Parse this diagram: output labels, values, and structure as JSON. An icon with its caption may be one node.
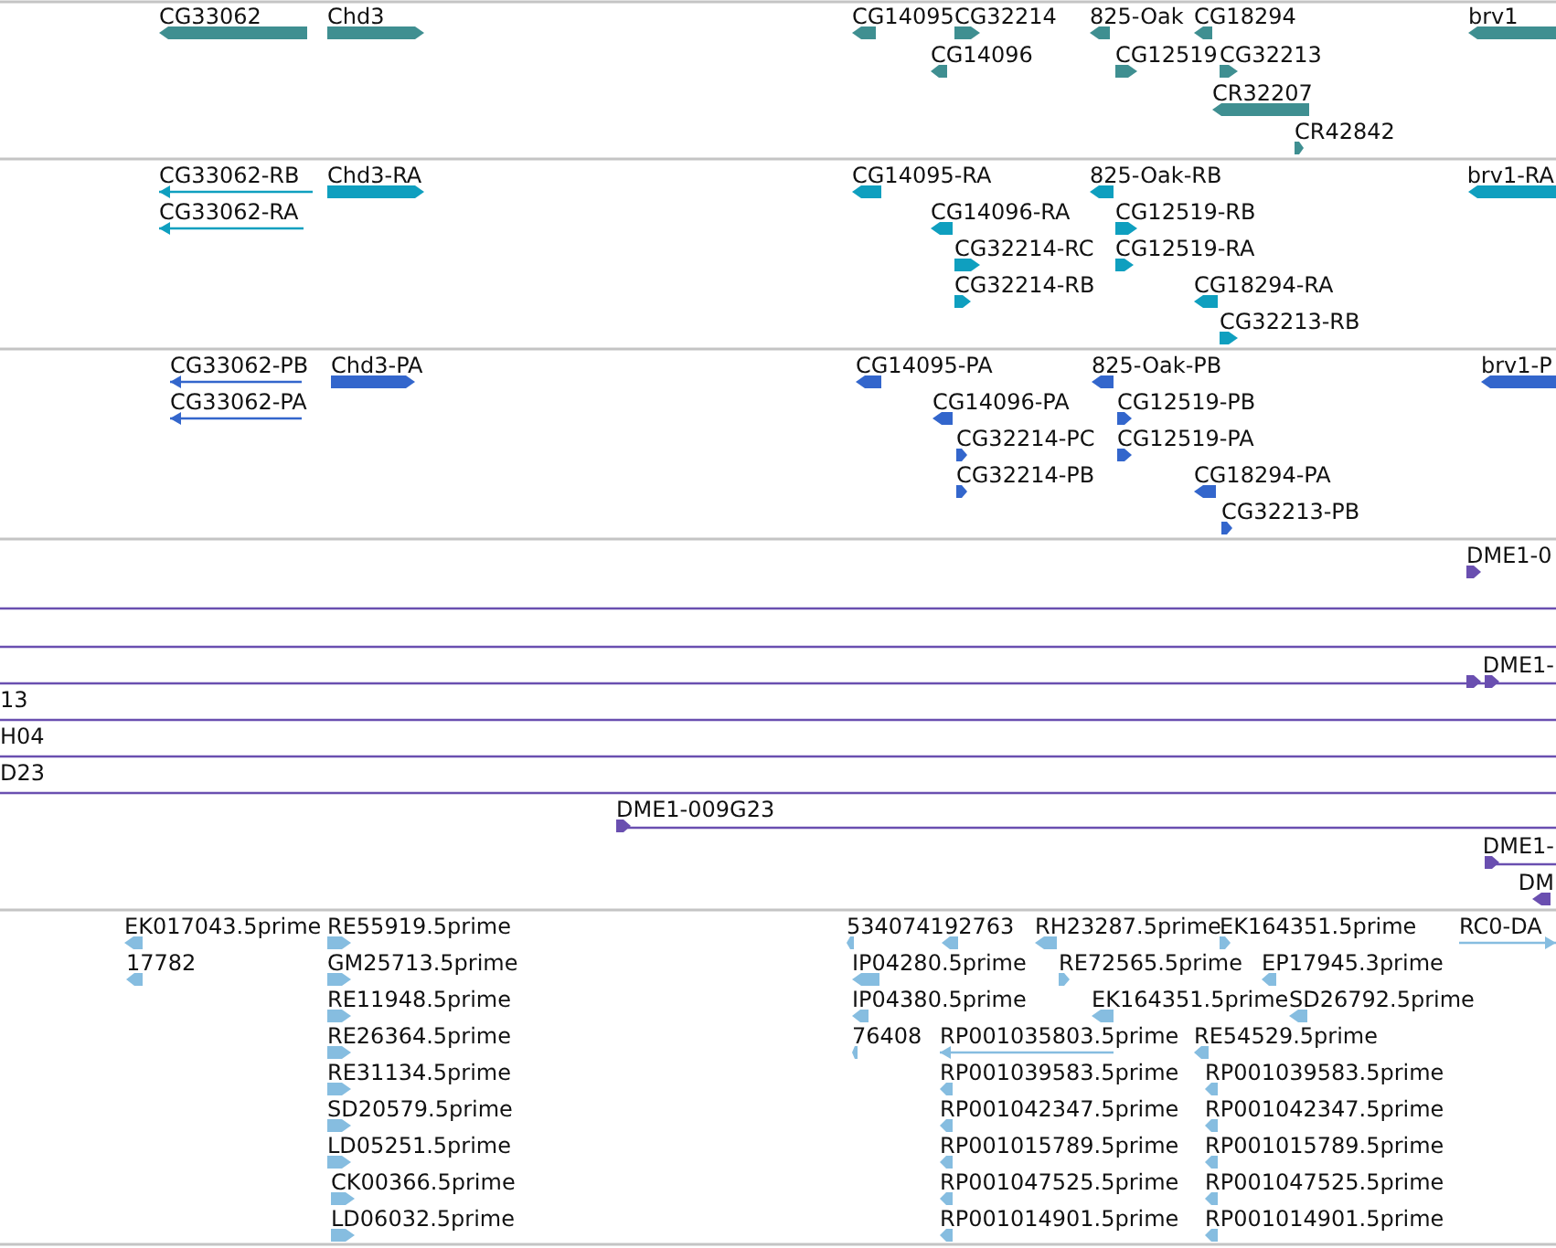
{
  "diagram": {
    "labels": [
      "CG33062",
      "Chd3",
      "CG14095",
      "CG32214",
      "825-Oak",
      "CG18294",
      "brv1",
      "CG14096",
      "CG12519",
      "CG32213",
      "CR32207",
      "CR42842",
      "CG33062-RB",
      "Chd3-RA",
      "CG14095-RA",
      "825-Oak-RB",
      "brv1-RA",
      "CG33062-RA",
      "CG14096-RA",
      "CG12519-RB",
      "CG32214-RC",
      "CG12519-RA",
      "CG32214-RB",
      "CG18294-RA",
      "CG32213-RB",
      "CG33062-PB",
      "Chd3-PA",
      "CG14095-PA",
      "825-Oak-PB",
      "brv1-P",
      "CG33062-PA",
      "CG14096-PA",
      "CG12519-PB",
      "CG32214-PC",
      "CG12519-PA",
      "CG32214-PB",
      "CG18294-PA",
      "CG32213-PB",
      "DME1-0",
      "DME1-",
      "13",
      "H04",
      "D23",
      "DME1-009G23",
      "DME1-",
      "DM",
      "EK017043.5prime",
      "RE55919.5prime",
      "534074192763",
      "RH23287.5prime",
      "EK164351.5prime",
      "RC0-DA",
      "17782",
      "GM25713.5prime",
      "IP04280.5prime",
      "RE72565.5prime",
      "EP17945.3prime",
      "RE11948.5prime",
      "IP04380.5prime",
      "EK164351.5prime",
      "SD26792.5prime",
      "RE26364.5prime",
      "76408",
      "RP001035803.5prime",
      "RE54529.5prime",
      "RE31134.5prime",
      "RP001039583.5prime",
      "RP001039583.5prime",
      "SD20579.5prime",
      "RP001042347.5prime",
      "RP001042347.5prime",
      "LD05251.5prime",
      "RP001015789.5prime",
      "RP001015789.5prime",
      "CK00366.5prime",
      "RP001047525.5prime",
      "RP001047525.5prime",
      "LD06032.5prime",
      "RP001014901.5prime",
      "RP001014901.5prime"
    ]
  }
}
